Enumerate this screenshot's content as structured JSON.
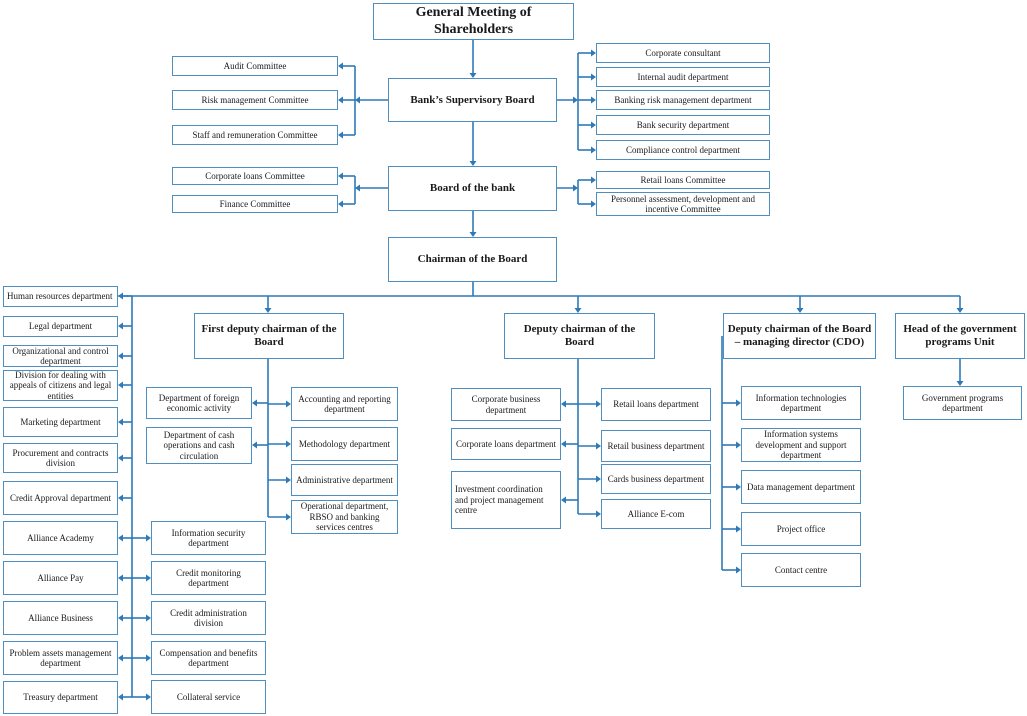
{
  "title": "General Meeting of Shareholders",
  "supervisory_board": "Bank’s Supervisory Board",
  "supervisory_left": [
    "Audit Committee",
    "Risk management Committee",
    "Staff and remuneration Committee"
  ],
  "supervisory_right": [
    "Corporate consultant",
    "Internal audit department",
    "Banking risk management department",
    "Bank security department",
    "Compliance control department"
  ],
  "board": "Board of the bank",
  "board_left": [
    "Corporate loans Committee",
    "Finance Committee"
  ],
  "board_right": [
    "Retail loans Committee",
    "Personnel assessment, development and incentive Committee"
  ],
  "chairman": "Chairman of the Board",
  "chairman_left": [
    "Human resources department",
    "Legal department",
    "Organizational and control department",
    "Division for dealing with appeals of citizens and legal entities",
    "Marketing department",
    "Procurement and contracts division",
    "Credit Approval department",
    "Alliance Academy",
    "Alliance Pay",
    "Alliance Business",
    "Problem assets management department",
    "Treasury department"
  ],
  "chairman_second": [
    "Information security department",
    "Credit monitoring department",
    "Credit administration division",
    "Compensation and benefits department",
    "Collateral service"
  ],
  "first_deputy": "First deputy chairman of the Board",
  "first_deputy_left": [
    "Department of foreign economic activity",
    "Department of cash operations and cash circulation"
  ],
  "first_deputy_right": [
    "Accounting and reporting department",
    "Methodology department",
    "Administrative department",
    "Operational department, RBSO and banking services centres"
  ],
  "deputy": "Deputy chairman of the Board",
  "deputy_left": [
    "Corporate business department",
    "Corporate loans department",
    "Investment coordination and project management centre"
  ],
  "deputy_right": [
    "Retail loans department",
    "Retail business department",
    "Cards business department",
    "Alliance E-com"
  ],
  "cdo": "Deputy chairman of the Board – managing director (CDO)",
  "cdo_units": [
    "Information technologies department",
    "Information systems development and support department",
    "Data management department",
    "Project office",
    "Contact centre"
  ],
  "gov_head": "Head of the government programs Unit",
  "gov_units": [
    "Government programs department"
  ],
  "colors": {
    "line": "#2e7ab8",
    "border": "#4f8fc0",
    "text": "#1a1a1a"
  }
}
